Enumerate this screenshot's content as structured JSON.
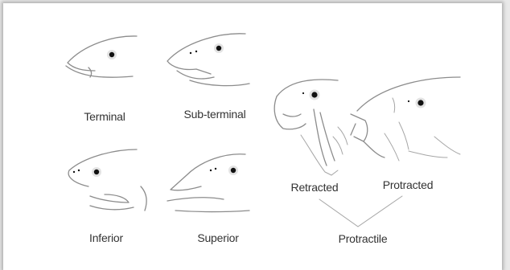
{
  "mouth_types": [
    {
      "label": "Terminal"
    },
    {
      "label": "Sub-terminal"
    },
    {
      "label": "Inferior"
    },
    {
      "label": "Superior"
    },
    {
      "label": "Retracted"
    },
    {
      "label": "Protracted"
    }
  ],
  "group_label": "Protractile"
}
